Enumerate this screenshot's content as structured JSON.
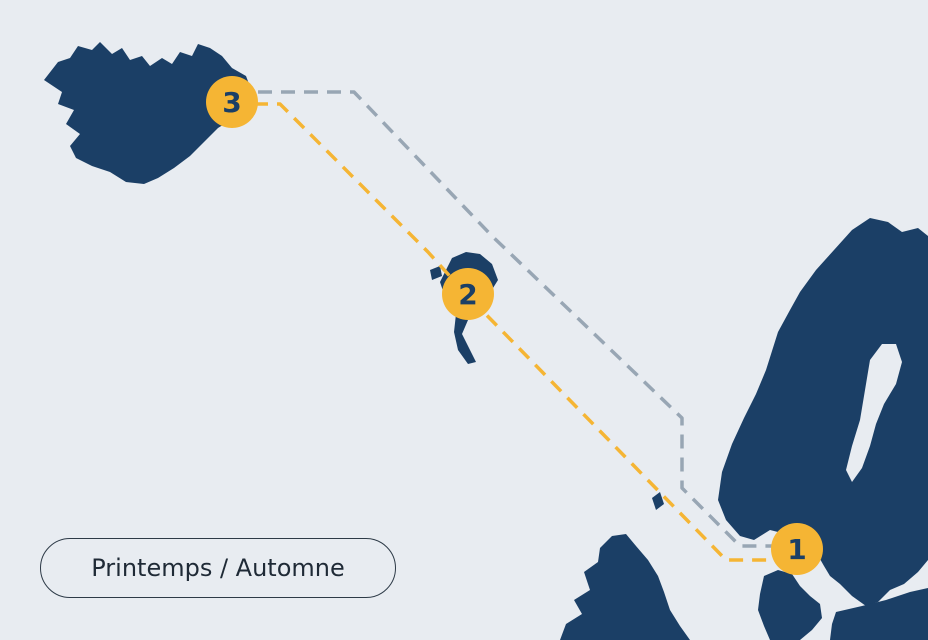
{
  "colors": {
    "background": "#e8ecf1",
    "land": "#1b3f66",
    "marker": "#f5b534",
    "route_outbound": "#f5b534",
    "route_return": "#98a6b4",
    "marker_text": "#1b3f66"
  },
  "markers": [
    {
      "label": "3",
      "place": "Iceland"
    },
    {
      "label": "2",
      "place": "Faroe Islands"
    },
    {
      "label": "1",
      "place": "Denmark"
    }
  ],
  "routes": [
    {
      "name": "outbound",
      "style": "dashed",
      "color": "#f5b534"
    },
    {
      "name": "return",
      "style": "dashed",
      "color": "#98a6b4"
    }
  ],
  "season_button": {
    "label": "Printemps / Automne"
  }
}
